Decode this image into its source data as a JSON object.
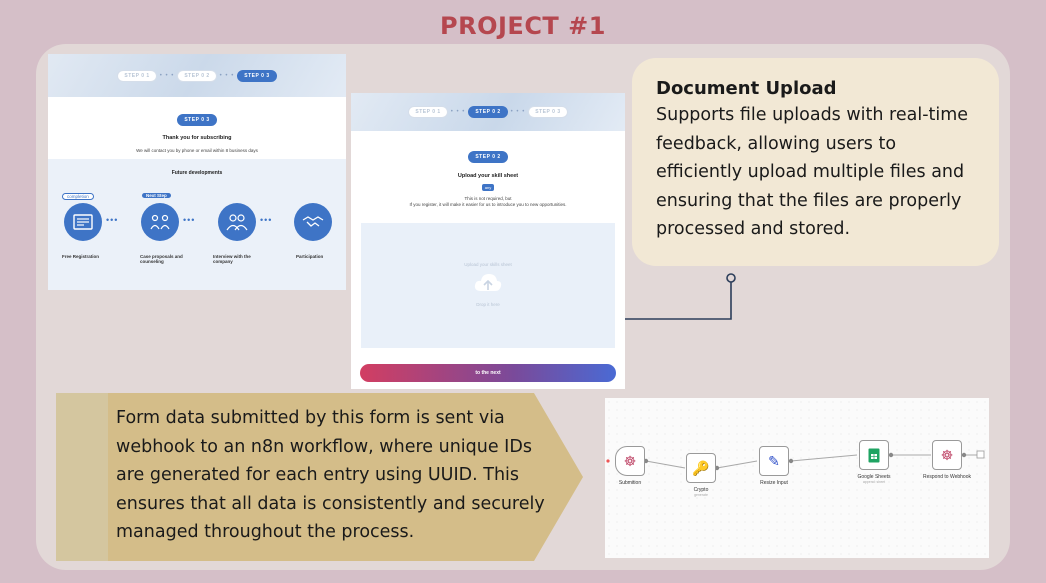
{
  "title": "PROJECT #1",
  "form_step3": {
    "steps": [
      "STEP 0 1",
      "STEP 0 2",
      "STEP 0 3"
    ],
    "current_step": "STEP 0 3",
    "thanks": "Thank you for subscribing",
    "contact": "We will contact you by phone or email within 8 business days",
    "future_title": "Future developments",
    "badge_completion": "completion",
    "badge_next": "Next Step",
    "stages": [
      "Free Registration",
      "Case proposals and counseling",
      "Interview with the company",
      "Participation"
    ]
  },
  "form_step2": {
    "steps": [
      "STEP 0 1",
      "STEP 0 2",
      "STEP 0 3"
    ],
    "current_step": "STEP 0 2",
    "heading": "Upload your skill sheet",
    "any_badge": "any",
    "note_line1": "This is not required, but",
    "note_line2": "If you register, it will make it easier for us to introduce you to new opportunities.",
    "drop_label": "Upload your skills sheet",
    "drop_hint": "Drop it here",
    "next_button": "to the next"
  },
  "callout": {
    "heading": "Document Upload",
    "body": "Supports file uploads with real-time feedback, allowing users to efficiently upload multiple files and ensuring that the files are properly processed and stored."
  },
  "banner": {
    "text": "Form data submitted by this form is sent via webhook to an n8n workflow, where unique IDs are generated for each entry using UUID. This ensures that all data is consistently and securely managed throughout the process."
  },
  "workflow": {
    "nodes": [
      {
        "label": "Submition",
        "sub": "",
        "icon": "webhook-icon"
      },
      {
        "label": "Crypto",
        "sub": "generate",
        "icon": "key-icon"
      },
      {
        "label": "Resize Input",
        "sub": "",
        "icon": "pencil-icon"
      },
      {
        "label": "Google Sheets",
        "sub": "append: sheet",
        "icon": "sheets-icon"
      },
      {
        "label": "Respond to Webhook",
        "sub": "",
        "icon": "webhook-icon"
      }
    ]
  },
  "colors": {
    "accent_blue": "#3e74c6",
    "title_red": "#b5474f",
    "banner_gold": "#d4bd89",
    "card_cream": "#f2e8d5"
  }
}
